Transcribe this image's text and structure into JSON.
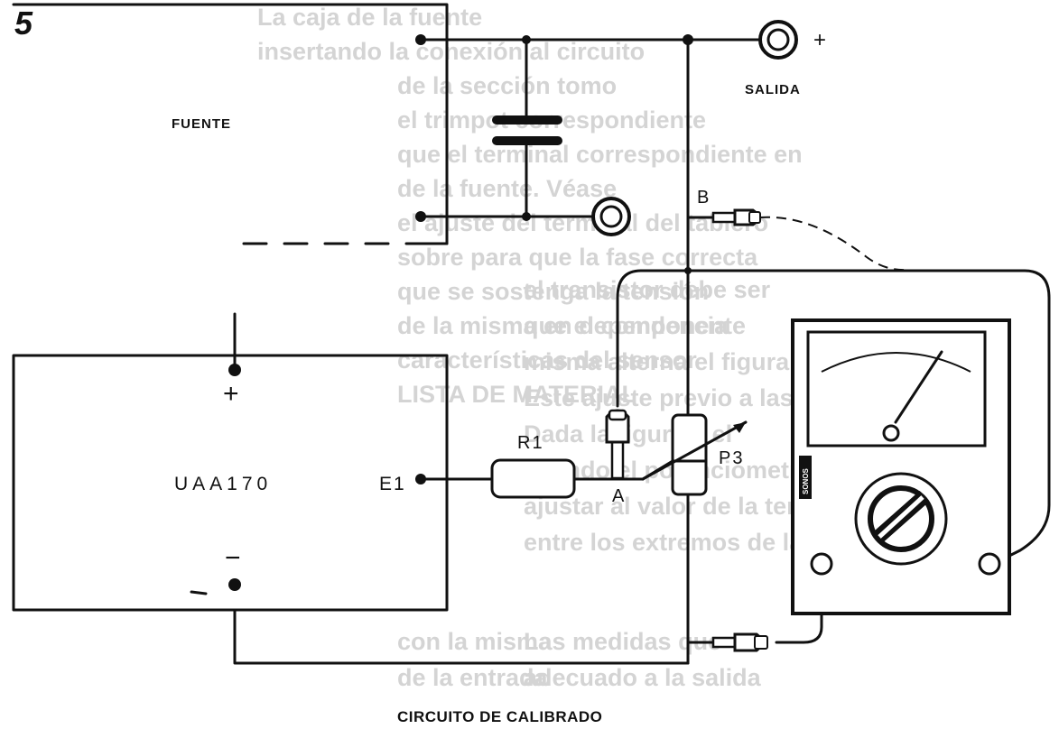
{
  "figure_number": "5",
  "caption": "CIRCUITO DE CALIBRADO",
  "blocks": {
    "power_supply": "FUENTE",
    "ic": "UAA170"
  },
  "terminals": {
    "output_label": "SALIDA",
    "output_polarity": "+",
    "ic_plus": "+",
    "ic_minus": "−",
    "ic_input": "E1"
  },
  "components": {
    "resistor": "R1",
    "potentiometer": "P3"
  },
  "nodes": {
    "a": "A",
    "b": "B"
  },
  "meter": {
    "badge": "SONOS"
  },
  "colors": {
    "ink": "#111111",
    "paper": "#ffffff",
    "show_through_text": "#d4d4d4"
  }
}
